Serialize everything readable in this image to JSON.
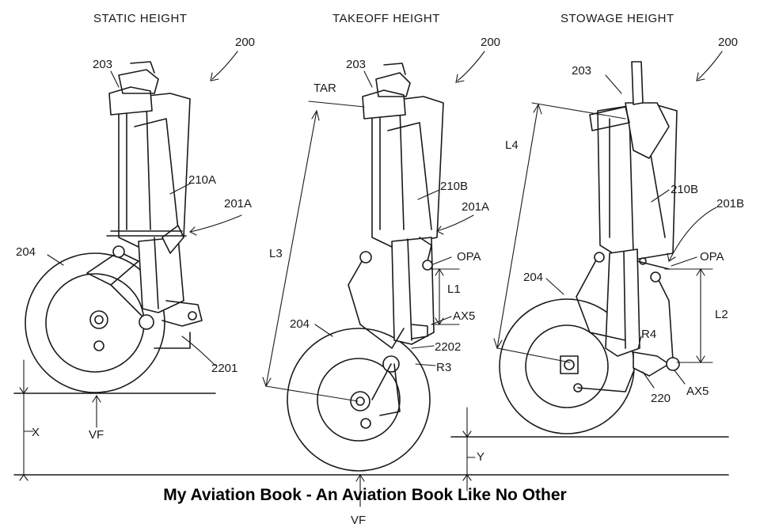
{
  "titles": {
    "static": "STATIC HEIGHT",
    "takeoff": "TAKEOFF HEIGHT",
    "stowage": "STOWAGE HEIGHT"
  },
  "labels": {
    "ref_200_a": "200",
    "ref_200_b": "200",
    "ref_200_c": "200",
    "ref_203_a": "203",
    "ref_203_b": "203",
    "ref_203_c": "203",
    "ref_210A": "210A",
    "ref_201A_a": "201A",
    "ref_204_a": "204",
    "ref_2201": "2201",
    "ref_X": "X",
    "ref_VF_a": "VF",
    "ref_TAR": "TAR",
    "ref_L3": "L3",
    "ref_210B_b": "210B",
    "ref_201A_b": "201A",
    "ref_OPA_b": "OPA",
    "ref_L1": "L1",
    "ref_AX5_b": "AX5",
    "ref_204_b": "204",
    "ref_2202": "2202",
    "ref_R3": "R3",
    "ref_VF_b": "VF",
    "ref_L4": "L4",
    "ref_210B_c": "210B",
    "ref_201B": "201B",
    "ref_OPA_c": "OPA",
    "ref_204_c": "204",
    "ref_L2": "L2",
    "ref_R4": "R4",
    "ref_220": "220",
    "ref_AX5_c": "AX5",
    "ref_Y": "Y"
  },
  "caption": "My Aviation Book - An Aviation Book Like No Other"
}
